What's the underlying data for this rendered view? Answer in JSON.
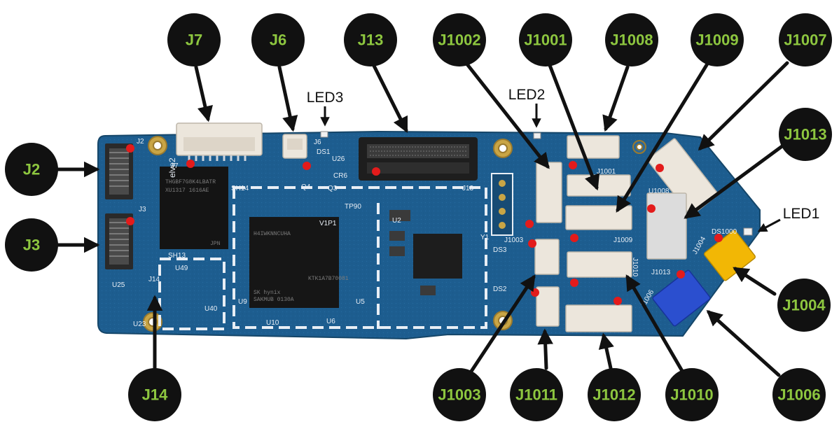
{
  "colors": {
    "board": "#1d5d8f",
    "board_dark": "#174b74",
    "callout_bg": "#111111",
    "callout_text": "#8dc63f",
    "pin1_marker": "#e31b1b",
    "connector_white": "#ece6dc",
    "connector_yellow": "#f2b705",
    "connector_blue": "#2b4fcf",
    "silkscreen": "#e8eef5"
  },
  "callouts": [
    {
      "id": "J7",
      "label": "J7"
    },
    {
      "id": "J6",
      "label": "J6"
    },
    {
      "id": "J13",
      "label": "J13"
    },
    {
      "id": "J1002",
      "label": "J1002"
    },
    {
      "id": "J1001",
      "label": "J1001"
    },
    {
      "id": "J1008",
      "label": "J1008"
    },
    {
      "id": "J1009",
      "label": "J1009"
    },
    {
      "id": "J1007",
      "label": "J1007"
    },
    {
      "id": "J1013",
      "label": "J1013"
    },
    {
      "id": "J2",
      "label": "J2"
    },
    {
      "id": "J3",
      "label": "J3"
    },
    {
      "id": "J1004",
      "label": "J1004"
    },
    {
      "id": "J14",
      "label": "J14"
    },
    {
      "id": "J1003",
      "label": "J1003"
    },
    {
      "id": "J1011",
      "label": "J1011"
    },
    {
      "id": "J1012",
      "label": "J1012"
    },
    {
      "id": "J1010",
      "label": "J1010"
    },
    {
      "id": "J1006",
      "label": "J1006"
    }
  ],
  "led_labels": [
    {
      "id": "LED3",
      "label": "LED3"
    },
    {
      "id": "LED2",
      "label": "LED2"
    },
    {
      "id": "LED1",
      "label": "LED1"
    }
  ],
  "silkscreen": {
    "j2": "J2",
    "j7": "J7",
    "j6": "J6",
    "ds1": "DS1",
    "u26": "U26",
    "cr6": "CR6",
    "q4": "Q4",
    "q3": "Q3",
    "j13": "J13",
    "tp90": "TP90",
    "sh14": "SH14",
    "j3": "J3",
    "sh13": "SH13",
    "v1p1": "V1P1",
    "u2": "U2",
    "y1": "Y1",
    "u49": "U49",
    "j14": "J14",
    "u25": "U25",
    "u40": "U40",
    "u23": "U23",
    "u9": "U9",
    "u10": "U10",
    "u6": "U6",
    "u5": "U5",
    "j1003": "J1003",
    "ds3": "DS3",
    "ds2": "DS2",
    "j1001": "J1001",
    "j1009": "J1009",
    "j1010": "J1010",
    "u1008": "U1008",
    "j1013": "J1013",
    "ds1000": "DS1000",
    "j1006": "J1006",
    "j1004": "J1004",
    "brand": "elve2"
  },
  "chip_markings": {
    "memory_1": "THGBF7G8K4LBATR",
    "memory_2": "XU1317 1616AE",
    "memory_3": "JPN",
    "soc_1": "H4IWKNNCUHA",
    "soc_2": "SK hynix",
    "soc_3": "SAKMUB 0130A",
    "soc_4": "KTK1A7B70081"
  }
}
